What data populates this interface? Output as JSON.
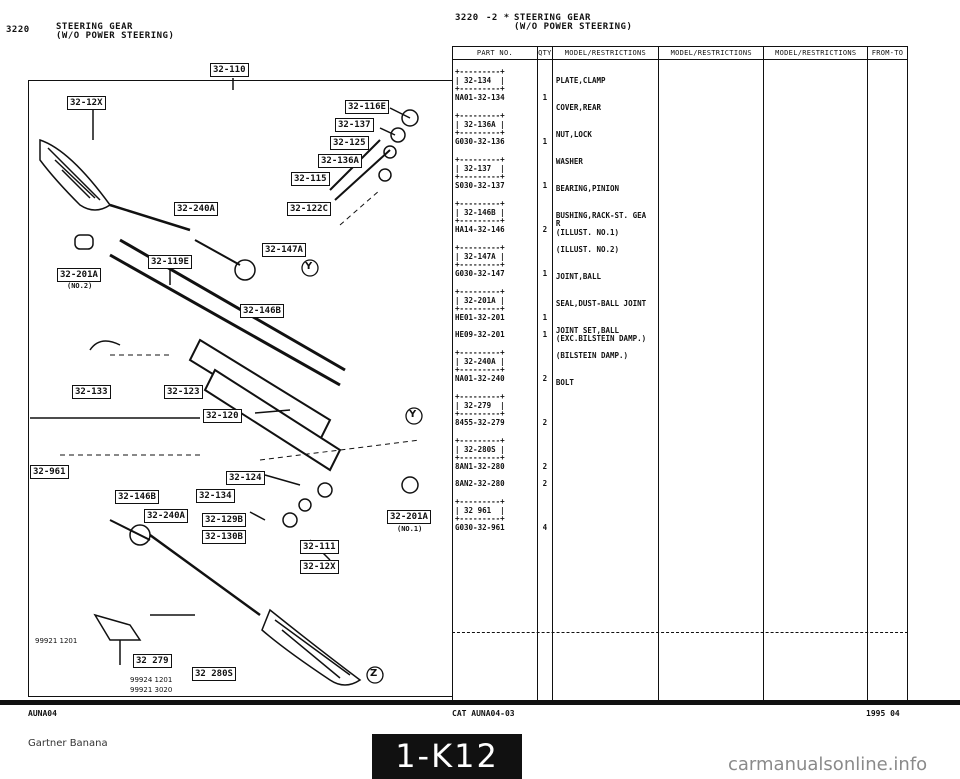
{
  "header_left": {
    "page_no": "3220",
    "title_line1": "STEERING GEAR",
    "title_line2": "(W/O POWER STEERING)"
  },
  "header_right": {
    "page_no": "3220",
    "sep": "-2 *",
    "title_line1": "STEERING GEAR",
    "title_line2": "(W/O POWER STEERING)"
  },
  "table": {
    "columns": [
      "PART NO.",
      "QTY",
      "MODEL/RESTRICTIONS",
      "MODEL/RESTRICTIONS",
      "MODEL/RESTRICTIONS",
      "FROM-TO"
    ],
    "rows": [
      {
        "box": "+---------+\n| 32-134  |\n+---------+",
        "part_no": "NA01-32-134",
        "qty": "1",
        "desc": "PLATE,CLAMP"
      },
      {
        "box": "+---------+\n| 32-136A |\n+---------+",
        "part_no": "G030-32-136",
        "qty": "1",
        "desc": "COVER,REAR"
      },
      {
        "box": "+---------+\n| 32-137  |\n+---------+",
        "part_no": "S030-32-137",
        "qty": "1",
        "desc": "NUT,LOCK"
      },
      {
        "box": "+---------+\n| 32-146B |\n+---------+",
        "part_no": "HA14-32-146",
        "qty": "2",
        "desc": "WASHER"
      },
      {
        "box": "+---------+\n| 32-147A |\n+---------+",
        "part_no": "G030-32-147",
        "qty": "1",
        "desc": "BEARING,PINION"
      },
      {
        "box": "+---------+\n| 32-201A |\n+---------+",
        "part_no": "HE01-32-201",
        "qty": "1",
        "desc": "BUSHING,RACK-ST. GEA\nR\n(ILLUST. NO.1)",
        "extra_part": "HE09-32-201",
        "extra_qty": "1",
        "extra_desc": "(ILLUST. NO.2)"
      },
      {
        "box": "+---------+\n| 32-240A |\n+---------+",
        "part_no": "NA01-32-240",
        "qty": "2",
        "desc": "JOINT,BALL"
      },
      {
        "box": "+---------+\n| 32-279  |\n+---------+",
        "part_no": "8455-32-279",
        "qty": "2",
        "desc": "SEAL,DUST-BALL JOINT"
      },
      {
        "box": "+---------+\n| 32-280S |\n+---------+",
        "part_no": "8AN1-32-280",
        "qty": "2",
        "desc": "JOINT SET,BALL\n(EXC.BILSTEIN DAMP.)",
        "extra_part": "8AN2-32-280",
        "extra_qty": "2",
        "extra_desc": "(BILSTEIN DAMP.)"
      },
      {
        "box": "+---------+\n| 32 961  |\n+---------+",
        "part_no": "G030-32-961",
        "qty": "4",
        "desc": "BOLT"
      }
    ]
  },
  "diagram": {
    "labels": {
      "l110": "32-110",
      "l12x_top": "32-12X",
      "l116e": "32-116E",
      "l137": "32-137",
      "l125": "32-125",
      "l136a": "32-136A",
      "l115": "32-115",
      "l240a_top": "32-240A",
      "l122c": "32-122C",
      "l147a": "32-147A",
      "l119e": "32-119E",
      "l201a_left": "32-201A",
      "no2": "(NO.2)",
      "l146b_top": "32-146B",
      "l133": "32-133",
      "l123": "32-123",
      "l120": "32-120",
      "l124": "32-124",
      "l961": "32-961",
      "l146b_bot": "32-146B",
      "l134": "32-134",
      "l240a_bot": "32-240A",
      "l129b": "32-129B",
      "l130b": "32-130B",
      "l111": "32-111",
      "l201a_right": "32-201A",
      "no1": "(NO.1)",
      "l12x_bot": "32-12X",
      "l279": "32 279",
      "l280s": "32 280S",
      "tool1": "99921 1201",
      "tool2": "99924 1201",
      "tool3": "99921 3020",
      "y1": "Y",
      "y2": "Y",
      "z": "Z"
    }
  },
  "footer": {
    "left_code": "AUNA04",
    "cat_code": "CAT AUNA04-03",
    "date_code": "1995 04",
    "watermark_left": "Gartner Banana",
    "page_badge": "1-K12",
    "site": "carmanualsonline.info"
  }
}
